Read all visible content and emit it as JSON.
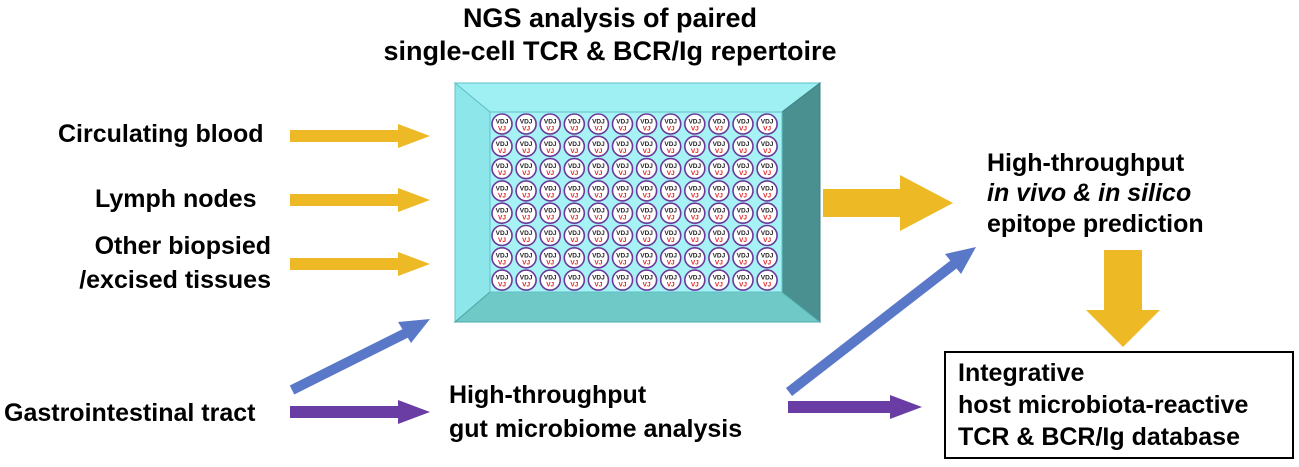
{
  "title": {
    "line1": "NGS analysis of paired",
    "line2": "single-cell TCR & BCR/Ig repertoire"
  },
  "sources": {
    "blood": "Circulating blood",
    "lymph": "Lymph nodes",
    "tissues_line1": "Other biopsied",
    "tissues_line2": "/excised tissues",
    "gi": "Gastrointestinal tract"
  },
  "gut_analysis": {
    "line1": "High-throughput",
    "line2": "gut microbiome analysis"
  },
  "epitope": {
    "line1": "High-throughput",
    "line2": "in vivo & in silico",
    "line3": "epitope prediction"
  },
  "database": {
    "line1": "Integrative",
    "line2": "host microbiota-reactive",
    "line3": "TCR & BCR/Ig database"
  },
  "well_plate": {
    "rows": 8,
    "columns": 12,
    "well_label_top": "VDJ",
    "well_label_bottom": "VJ"
  },
  "colors": {
    "yellow_arrow": "#EDB925",
    "blue_arrow": "#5A78C8",
    "purple_arrow": "#6A3DA5",
    "plate_top": "#9FF0F2",
    "plate_side_dark": "#4A9090",
    "plate_bottom": "#6FC9C7",
    "well_ring": "#6A3A9A",
    "well_red": "#E02020"
  }
}
